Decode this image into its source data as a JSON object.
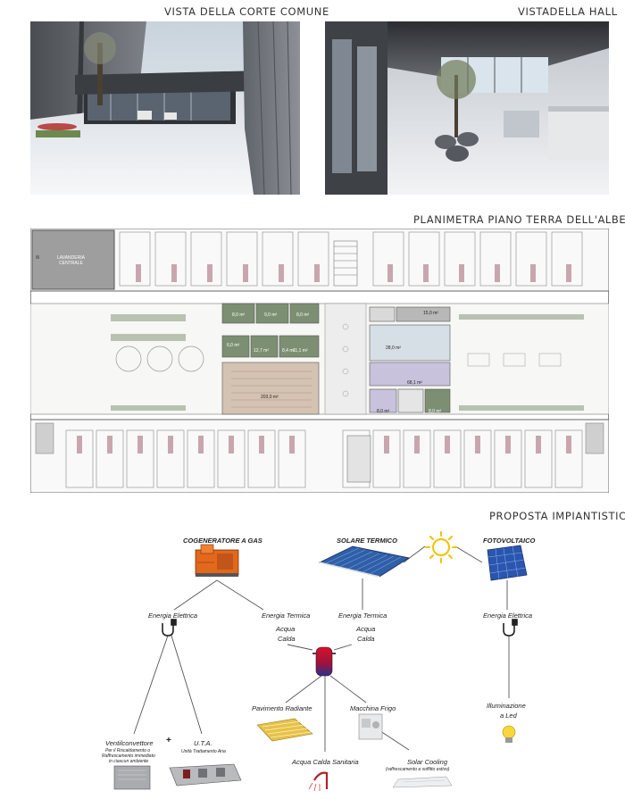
{
  "titles": {
    "corte": "VISTA DELLA CORTE COMUNE",
    "hall": "VISTADELLA HALL",
    "plan": "PLANIMETRA PIANO TERRA DELL'ALBERGO",
    "impianti": "PROPOSTA IMPIANTISTICA"
  },
  "plan_labels": {
    "lavanderia": "LAVANDERIA\nCENTRALE",
    "areas": [
      "8,0 m²",
      "9,0 m²",
      "8,0 m²",
      "6,0 m²",
      "12,7 m²",
      "8,4 m²",
      "11,1 m²",
      "203,0 m²",
      "15,0 m²",
      "28,0 m²",
      "68,1 m²",
      "8,0 m²",
      "8,0 m²"
    ]
  },
  "diagram": {
    "cogeneratore": "COGENERATORE A GAS",
    "solare_termico": "SOLARE TERMICO",
    "fotovoltaico": "FOTOVOLTAICO",
    "energia_elettrica_1": "Energia Elettrica",
    "energia_termica_1": "Energia Termica",
    "acqua_calda_1a": "Acqua",
    "acqua_calda_1b": "Calda",
    "energia_termica_2": "Energia Termica",
    "acqua_calda_2a": "Acqua",
    "acqua_calda_2b": "Calda",
    "energia_elettrica_2": "Energia Elettrica",
    "pavimento": "Pavimento Radiante",
    "macchina": "Macchina Frigo",
    "illuminazione_a": "Illuminazione",
    "illuminazione_b": "a Led",
    "ventilconvettore": "Ventilconvettore",
    "ventil_desc_1": "Per il Riscaldamento o",
    "ventil_desc_2": "Raffrescamento immediato",
    "ventil_desc_3": "in ciascun ambiente",
    "plus": "+",
    "uta": "U.T.A.",
    "uta_desc": "Unità Trattamento Aria",
    "acqua_sanitaria": "Acqua Calda Sanitaria",
    "solar_cooling": "Solar Cooling",
    "solar_cooling_desc": "(raffrescamento a soffitto estivo)"
  }
}
